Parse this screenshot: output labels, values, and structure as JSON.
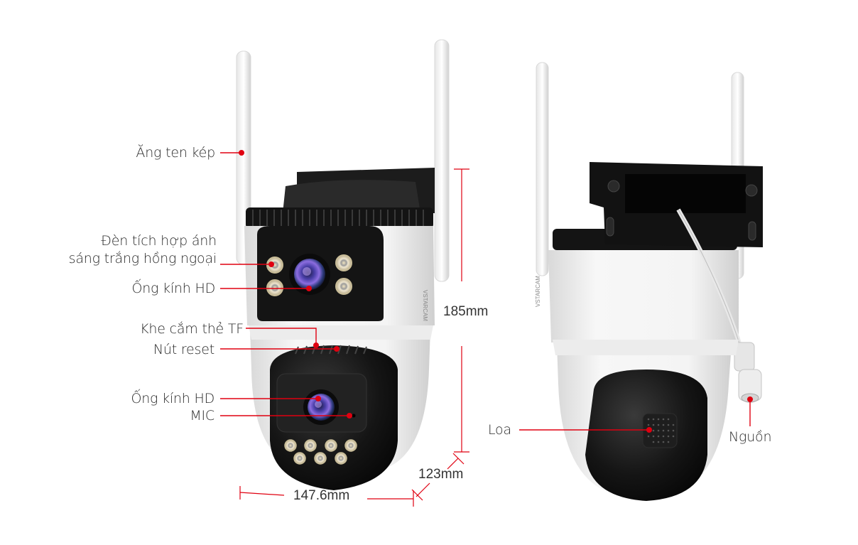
{
  "colors": {
    "accent": "#e00010",
    "camera_white": "#f2f2f2",
    "camera_black": "#1b1b1b",
    "lens_purple": "#6a4fc8",
    "led_ring": "#d9cdb0"
  },
  "front_view": {
    "callouts": [
      {
        "id": "antenna",
        "label": "Ăng ten kép"
      },
      {
        "id": "light",
        "label_line1": "Đèn tích hợp ánh",
        "label_line2": "sáng trắng hồng ngoại"
      },
      {
        "id": "lens_top",
        "label": "Ống kính HD"
      },
      {
        "id": "tf_slot",
        "label": "Khe cắm thẻ TF"
      },
      {
        "id": "reset",
        "label": "Nút reset"
      },
      {
        "id": "lens_bottom",
        "label": "Ống kính HD"
      },
      {
        "id": "mic",
        "label": "MIC"
      }
    ],
    "brand": "VSTARCAM"
  },
  "back_view": {
    "callouts": [
      {
        "id": "speaker",
        "label": "Loa"
      },
      {
        "id": "power",
        "label": "Nguồn"
      }
    ],
    "brand": "VSTARCAM"
  },
  "dimensions": {
    "height": "185mm",
    "depth": "123mm",
    "width": "147.6mm"
  }
}
